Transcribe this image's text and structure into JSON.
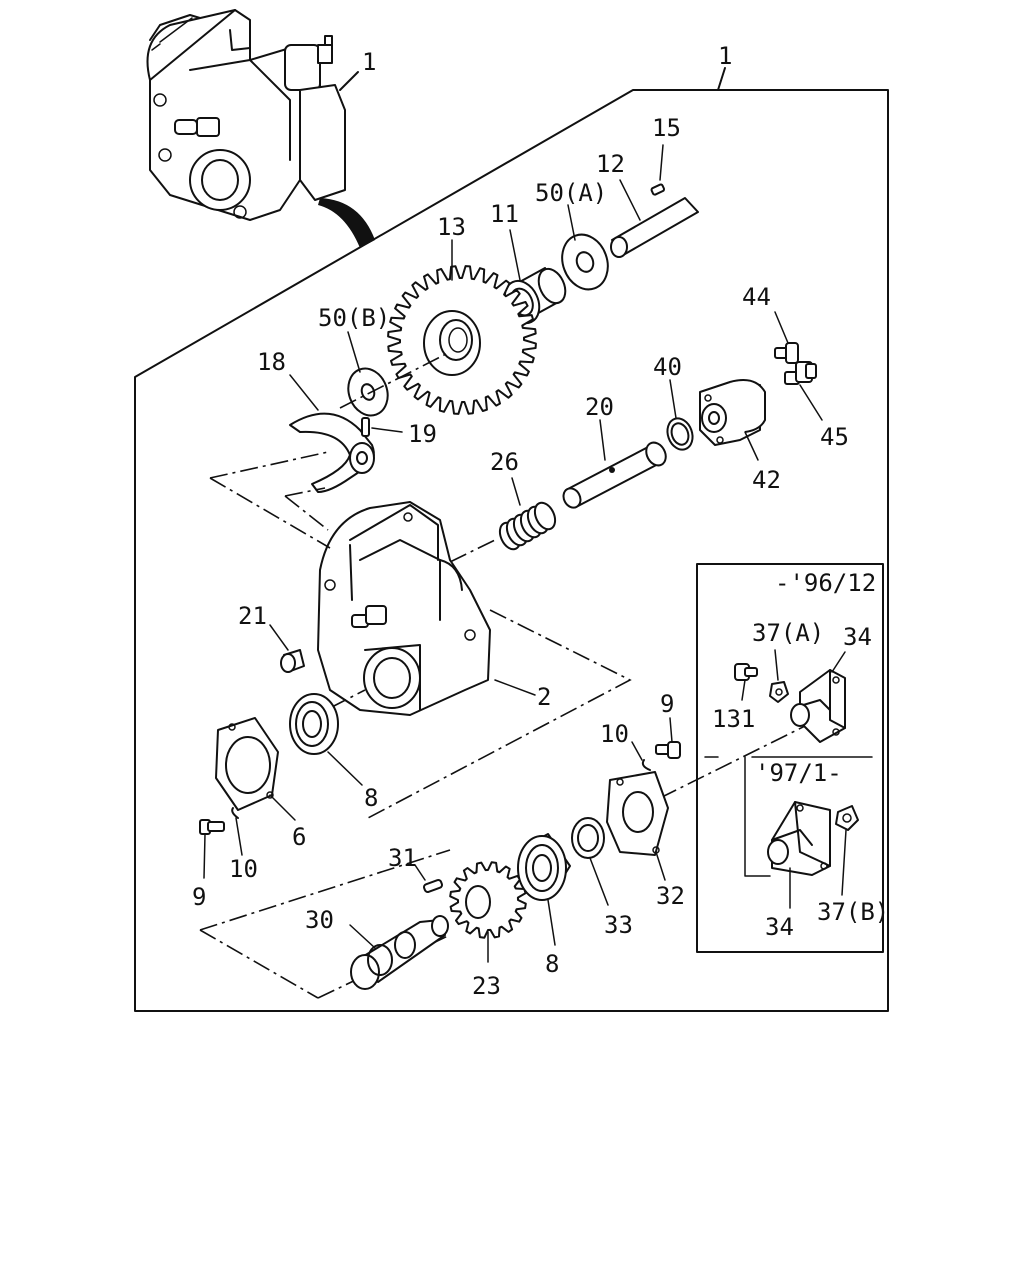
{
  "labels": {
    "assy_top": "1",
    "assy_main": "1",
    "p15": "15",
    "p12": "12",
    "p50a": "50(A)",
    "p11": "11",
    "p13": "13",
    "p50b": "50(B)",
    "p18": "18",
    "p19": "19",
    "p40": "40",
    "p20": "20",
    "p44": "44",
    "p45": "45",
    "p42": "42",
    "p26": "26",
    "p21": "21",
    "p2": "2",
    "p8a": "8",
    "p6": "6",
    "p10a": "10",
    "p9a": "9",
    "p31": "31",
    "p30": "30",
    "p23": "23",
    "p8b": "8",
    "p33": "33",
    "p10b": "10",
    "p9b": "9",
    "p32": "32",
    "p37a": "37(A)",
    "p34a": "34",
    "p131": "131",
    "p34b": "34",
    "p37b": "37(B)"
  },
  "inset": {
    "date_early": "-'96/12",
    "date_late": "'97/1-"
  }
}
